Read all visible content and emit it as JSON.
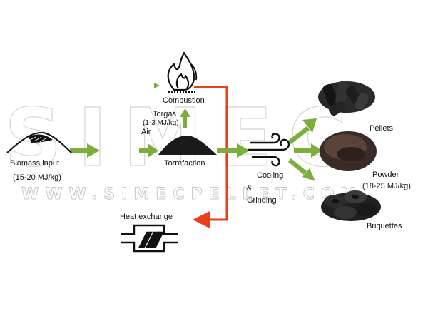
{
  "watermark": {
    "brand": "SIMEC",
    "url": "WWW.SIMECPELLET.COM"
  },
  "stages": {
    "combustion": "Combustion",
    "torgas": "Torgas",
    "torgas_energy": "(1-3 MJ/kg)",
    "air": "Air",
    "biomass_input": "Biomass input",
    "biomass_energy": "(15-20 MJ/kg)",
    "torrefaction": "Torrefaction",
    "cooling": "Cooling",
    "ampersand": "&",
    "grinding": "Grinding",
    "heat_exchange": "Heat exchange"
  },
  "products": {
    "pellets": "Pellets",
    "powder": "Powder",
    "powder_energy": "(18-25 MJ/kg)",
    "briquettes": "Briquettes"
  },
  "colors": {
    "green_arrow": "#7cae3e",
    "red_line": "#e8401c",
    "ink": "#111111"
  },
  "icons": [
    "flame-icon",
    "wind-icon",
    "heat-exchanger-icon",
    "biomass-pile-icon",
    "torrefied-pile-icon"
  ]
}
